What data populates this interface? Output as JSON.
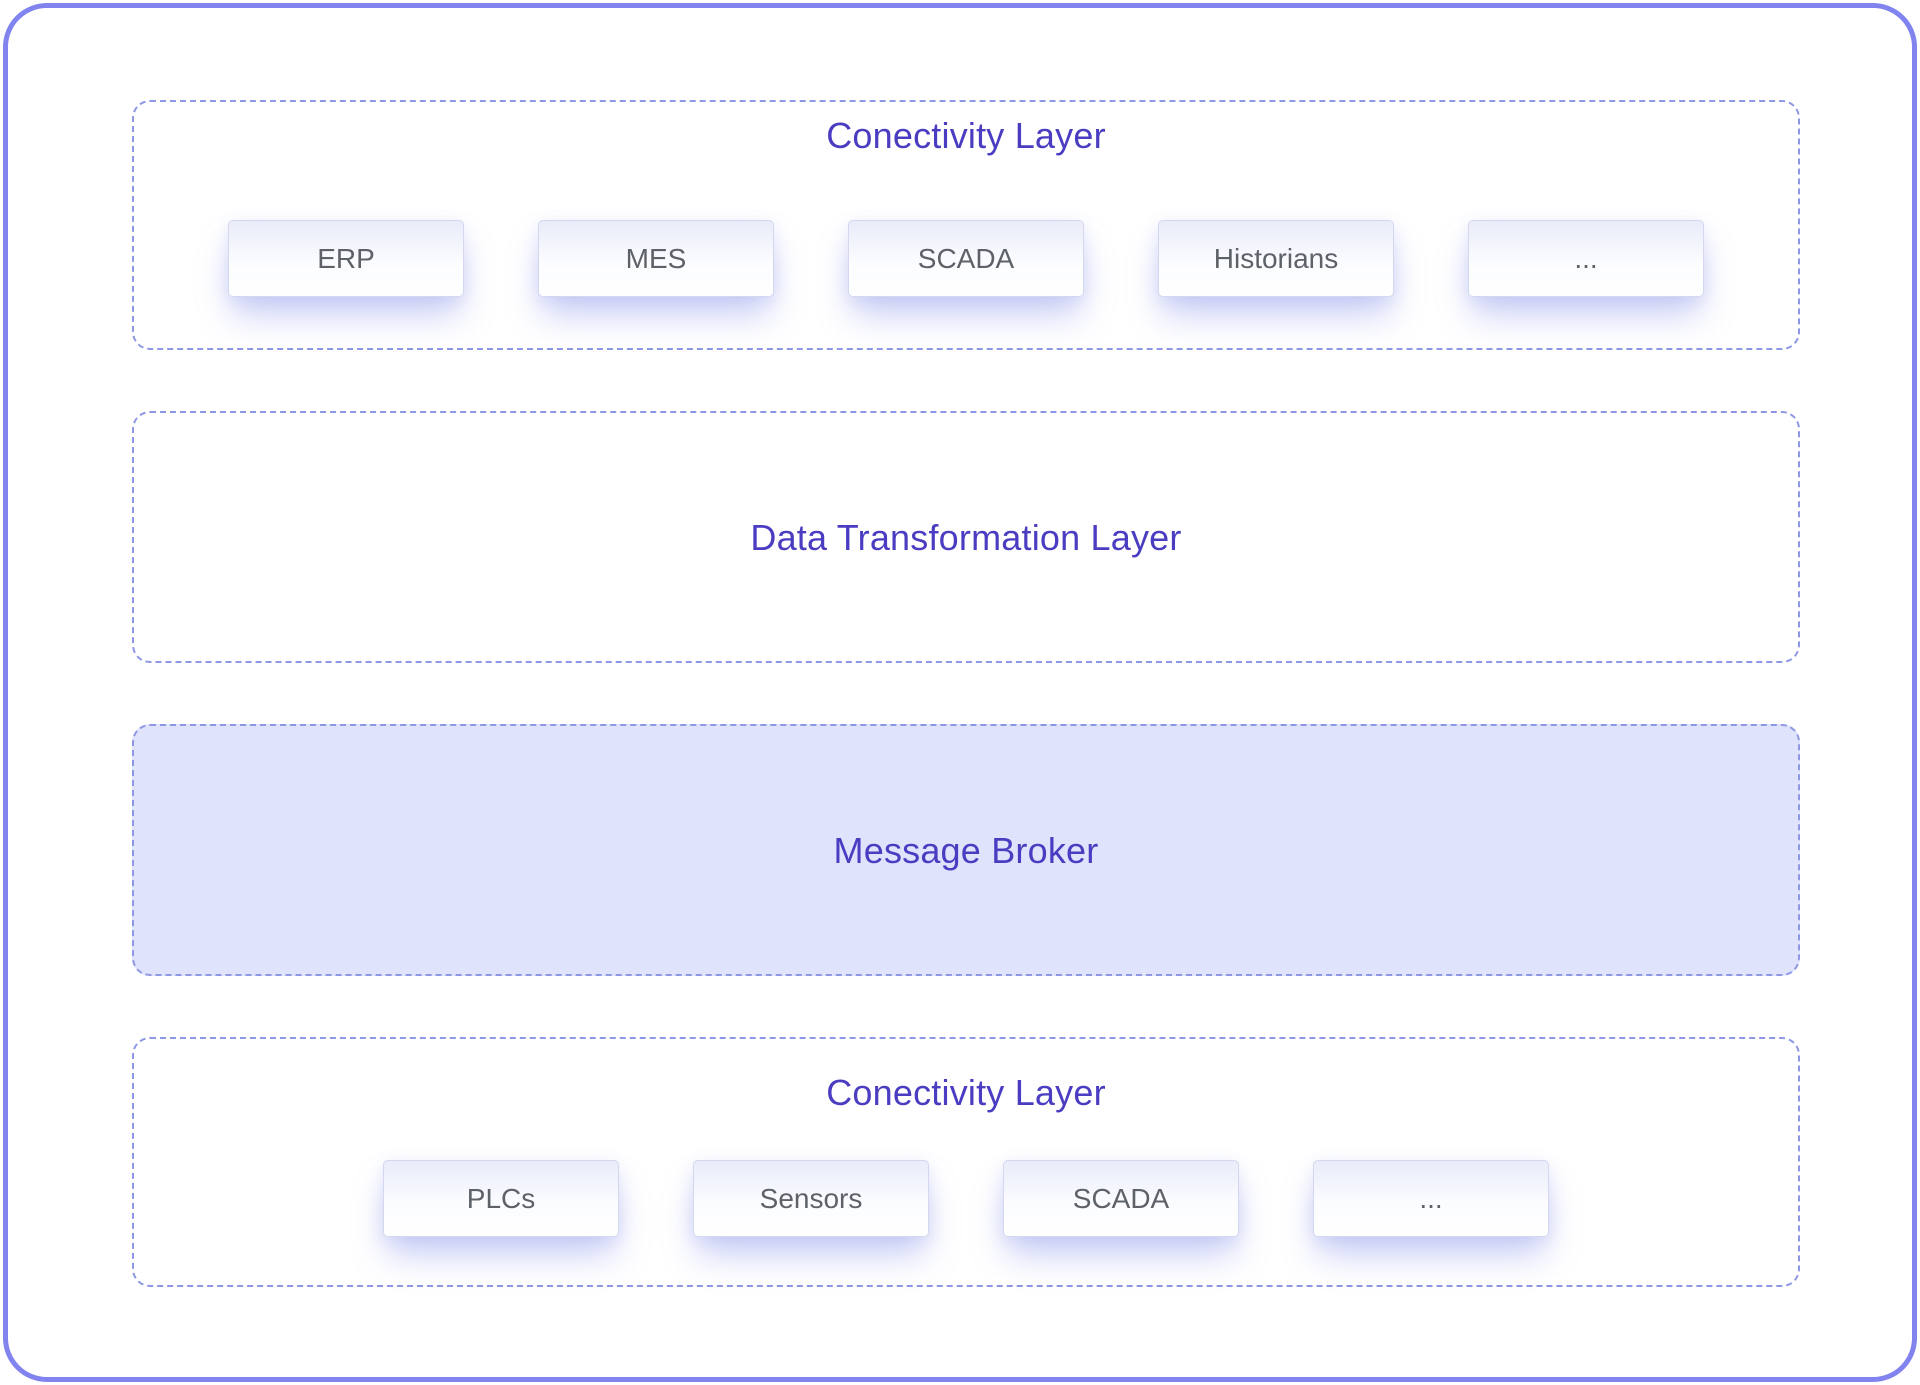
{
  "diagram": {
    "sections": [
      {
        "id": "connectivity-top",
        "title": "Conectivity Layer",
        "items": [
          "ERP",
          "MES",
          "SCADA",
          "Historians",
          "..."
        ]
      },
      {
        "id": "data-transformation",
        "title": "Data Transformation Layer",
        "items": []
      },
      {
        "id": "message-broker",
        "title": "Message Broker",
        "items": []
      },
      {
        "id": "connectivity-bottom",
        "title": "Conectivity Layer",
        "items": [
          "PLCs",
          "Sensors",
          "SCADA",
          "..."
        ]
      }
    ],
    "colors": {
      "outer_border": "#8184ef",
      "dashed_border": "#8e97e3",
      "title_text": "#4a3dc1",
      "message_broker_fill": "#dfe3fb",
      "box_text": "#5d6269"
    }
  }
}
